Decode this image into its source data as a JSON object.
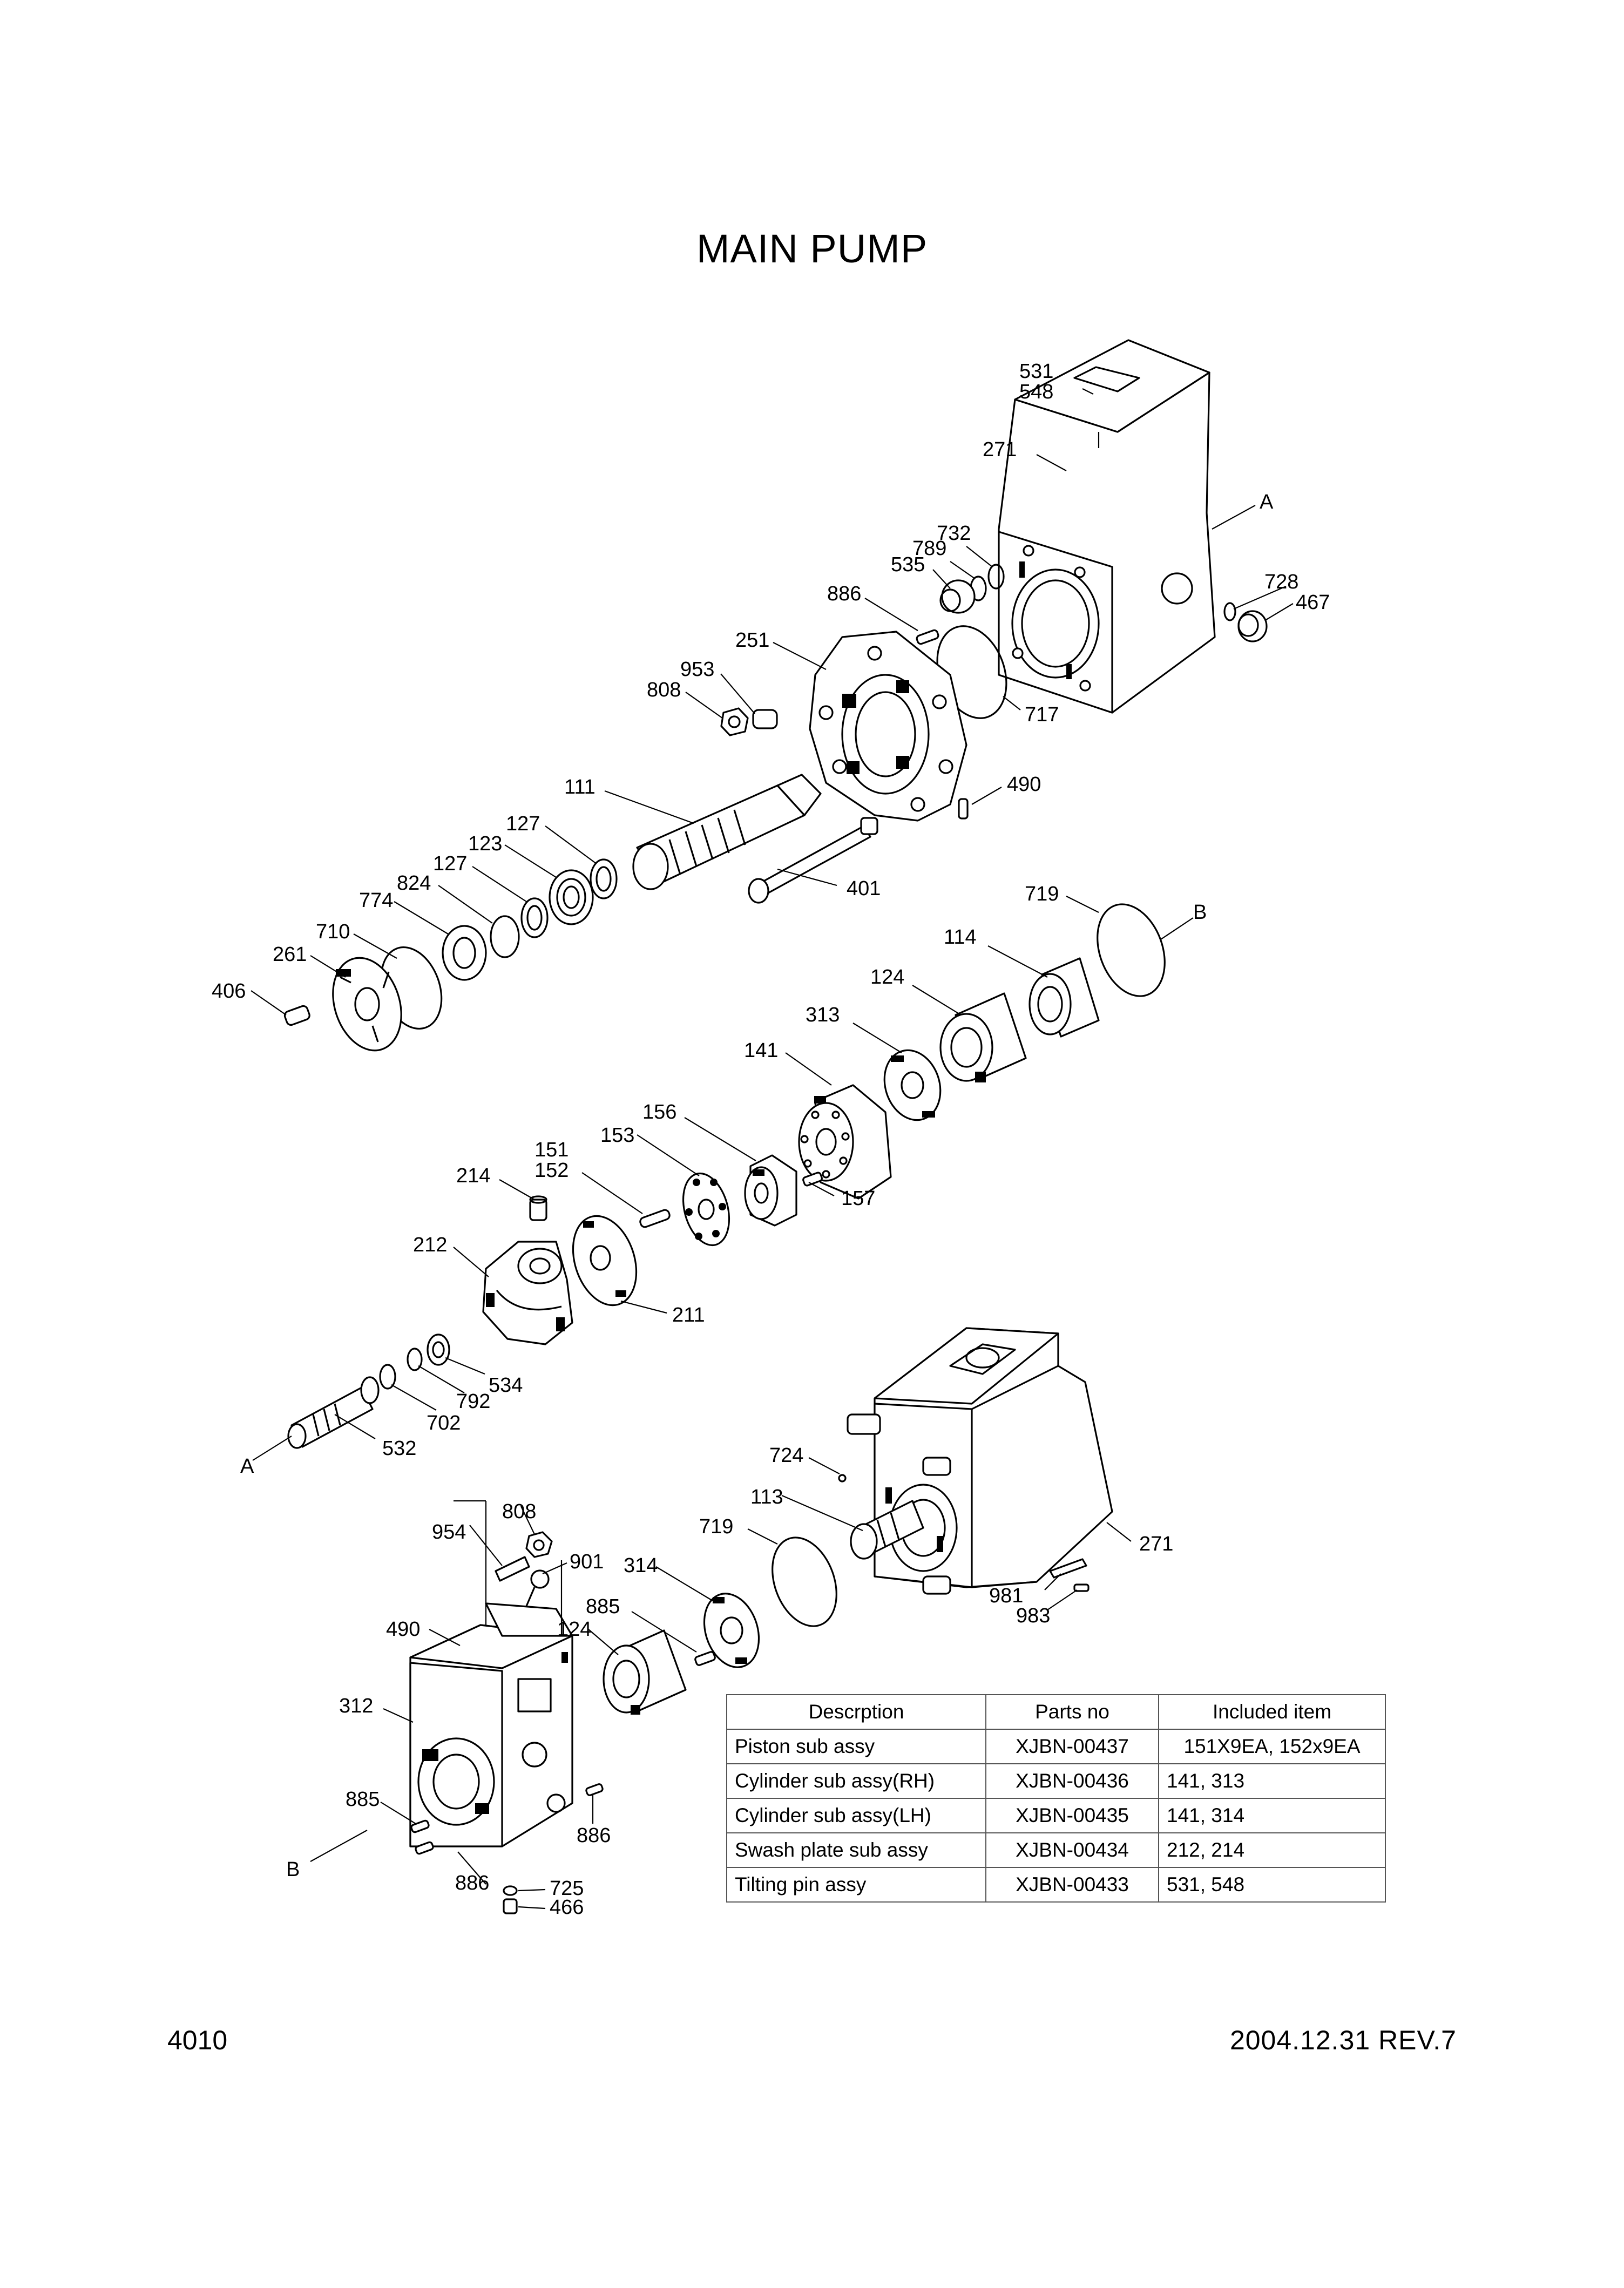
{
  "title": "MAIN PUMP",
  "callouts": {
    "c531": "531",
    "c548": "548",
    "c271a": "271",
    "cA1": "A",
    "c732": "732",
    "c789": "789",
    "c535": "535",
    "c728": "728",
    "c467": "467",
    "c886a": "886",
    "c251": "251",
    "c953": "953",
    "c808a": "808",
    "c717": "717",
    "c111": "111",
    "c490a": "490",
    "c127a": "127",
    "c123": "123",
    "c127b": "127",
    "c824": "824",
    "c774": "774",
    "c710": "710",
    "c261": "261",
    "c406": "406",
    "c401": "401",
    "c719a": "719",
    "cB1": "B",
    "c114": "114",
    "c124a": "124",
    "c313": "313",
    "c141": "141",
    "c156": "156",
    "c153": "153",
    "c151": "151",
    "c152": "152",
    "c214": "214",
    "c157": "157",
    "c212": "212",
    "c211": "211",
    "c534": "534",
    "c792": "792",
    "c702": "702",
    "c532": "532",
    "cA2": "A",
    "c724": "724",
    "c113": "113",
    "c719b": "719",
    "c271b": "271",
    "c314": "314",
    "c808b": "808",
    "c954": "954",
    "c901": "901",
    "c885a": "885",
    "c981": "981",
    "c983": "983",
    "c490b": "490",
    "c124b": "124",
    "c312": "312",
    "c885b": "885",
    "c886b": "886",
    "cB2": "B",
    "c886c": "886",
    "c725": "725",
    "c466": "466"
  },
  "table": {
    "headers": [
      "Descrption",
      "Parts no",
      "Included item"
    ],
    "rows": [
      {
        "description": "Piston sub assy",
        "parts_no": "XJBN-00437",
        "included": "151X9EA, 152x9EA"
      },
      {
        "description": "Cylinder sub assy(RH)",
        "parts_no": "XJBN-00436",
        "included": "141, 313"
      },
      {
        "description": "Cylinder sub assy(LH)",
        "parts_no": "XJBN-00435",
        "included": "141, 314"
      },
      {
        "description": "Swash plate sub assy",
        "parts_no": "XJBN-00434",
        "included": "212, 214"
      },
      {
        "description": "Tilting pin assy",
        "parts_no": "XJBN-00433",
        "included": "531, 548"
      }
    ]
  },
  "footer": {
    "page": "4010",
    "date_rev": "2004.12.31  REV.7"
  }
}
